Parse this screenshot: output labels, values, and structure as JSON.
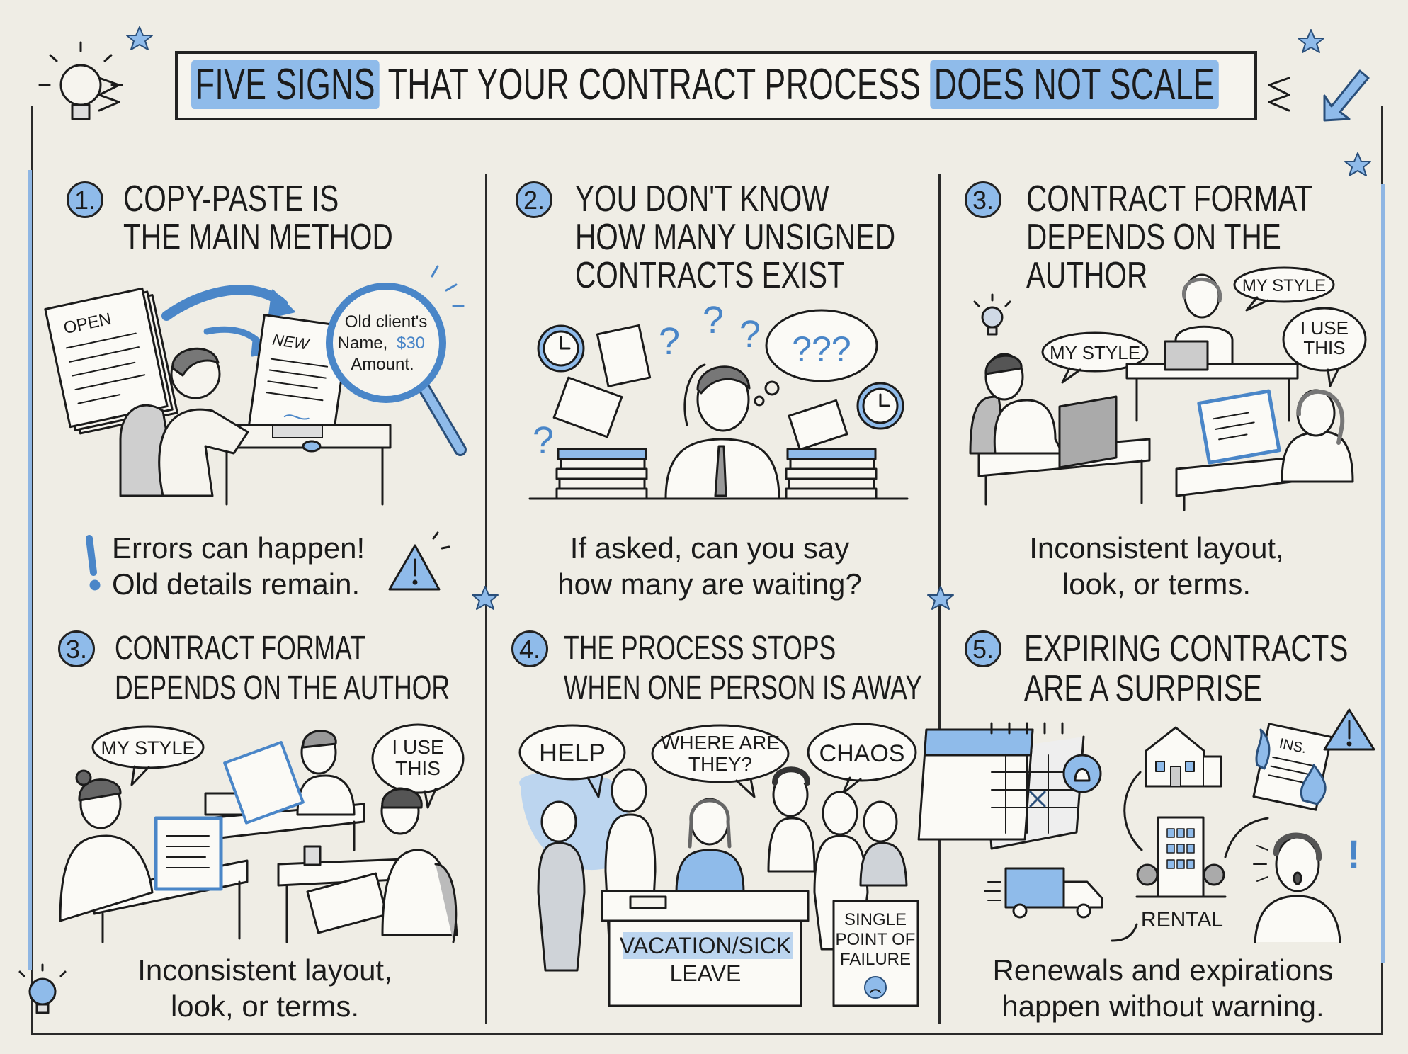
{
  "title": {
    "highlight_left": "FIVE SIGNS",
    "middle": "THAT YOUR CONTRACT PROCESS",
    "highlight_right": "DOES NOT SCALE"
  },
  "panels": [
    {
      "number": "1.",
      "heading": [
        "COPY-PASTE IS",
        "THE MAIN METHOD"
      ],
      "caption": [
        "Errors can happen!",
        "Old details remain."
      ],
      "labels": {
        "old_doc": "OPEN",
        "new_doc": "NEW",
        "magnifier": [
          "Old client's",
          "Name,",
          "$30",
          "Amount."
        ]
      }
    },
    {
      "number": "2.",
      "heading": [
        "YOU DON'T KNOW",
        "HOW MANY UNSIGNED",
        "CONTRACTS EXIST"
      ],
      "caption": [
        "If asked, can you say",
        "how many are waiting?"
      ],
      "labels": {
        "question": "?",
        "thought": "???"
      }
    },
    {
      "number": "3.",
      "heading": [
        "CONTRACT FORMAT",
        "DEPENDS ON THE",
        "AUTHOR"
      ],
      "caption": [
        "Inconsistent layout,",
        "look, or terms."
      ],
      "labels": {
        "bubble_left": "MY STYLE",
        "bubble_top": "MY STYLE",
        "bubble_right": [
          "I USE",
          "THIS"
        ]
      }
    },
    {
      "number": "3.",
      "heading": [
        "CONTRACT FORMAT",
        "DEPENDS ON THE AUTHOR"
      ],
      "caption": [
        "Inconsistent layout,",
        "look, or terms."
      ],
      "labels": {
        "bubble_left": "MY STYLE",
        "bubble_right": [
          "I USE",
          "THIS"
        ]
      }
    },
    {
      "number": "4.",
      "heading": [
        "THE PROCESS STOPS",
        "WHEN ONE PERSON IS AWAY"
      ],
      "labels": {
        "bubble_help": "HELP",
        "bubble_where": [
          "WHERE ARE",
          "THEY?"
        ],
        "bubble_chaos": "CHAOS",
        "desk_sign": [
          "VACATION/SICK",
          "LEAVE"
        ],
        "failure_sign": [
          "SINGLE",
          "POINT OF",
          "FAILURE"
        ]
      }
    },
    {
      "number": "5.",
      "heading": [
        "EXPIRING CONTRACTS",
        "ARE A SURPRISE"
      ],
      "caption": [
        "Renewals and expirations",
        "happen without warning."
      ],
      "labels": {
        "insurance_doc": "INS.",
        "building": "RENTAL",
        "alert": "!"
      }
    }
  ],
  "colors": {
    "accent": "#8fbbea",
    "accent_dark": "#4a86c8",
    "ink": "#1b1b1b",
    "background": "#efede5"
  }
}
